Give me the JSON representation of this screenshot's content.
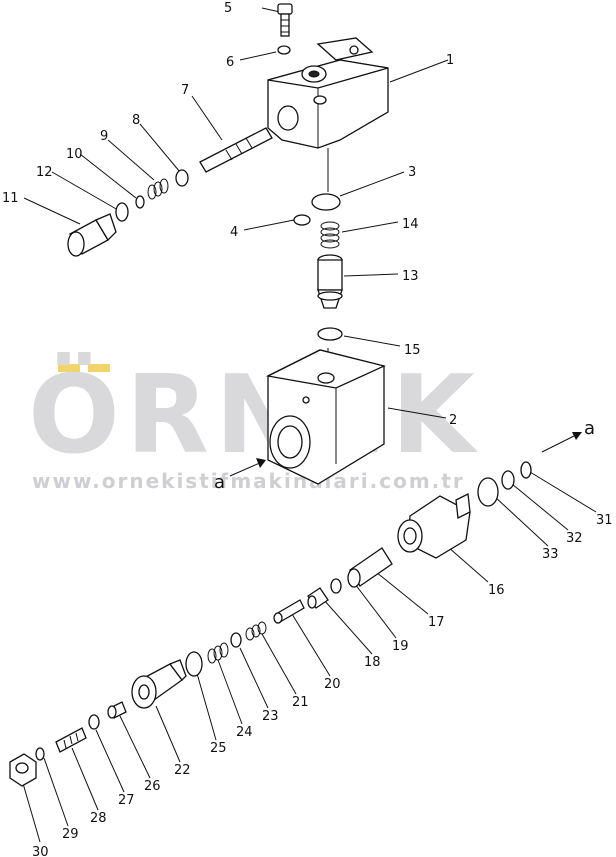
{
  "watermark": {
    "brand": "ÖRNEK",
    "url": "www.ornekistifmakinalari.com.tr",
    "accent_color": "#f3d46a"
  },
  "callouts": [
    "1",
    "2",
    "3",
    "4",
    "5",
    "6",
    "7",
    "8",
    "9",
    "10",
    "11",
    "12",
    "13",
    "14",
    "15",
    "16",
    "17",
    "18",
    "19",
    "20",
    "21",
    "22",
    "23",
    "24",
    "25",
    "26",
    "27",
    "28",
    "29",
    "30",
    "31",
    "32",
    "33"
  ],
  "port_label": "a"
}
